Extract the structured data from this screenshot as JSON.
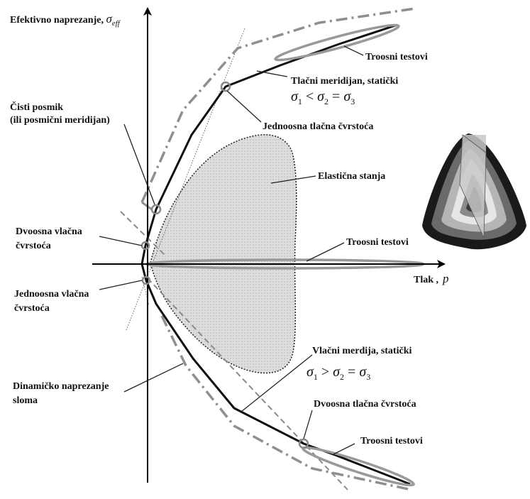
{
  "axes": {
    "y_label": "Efektivno naprezanje, ",
    "y_symbol": "σ",
    "y_subscript": "eff",
    "x_label": "Tlak ,",
    "x_symbol": "p"
  },
  "labels": {
    "triaxial_top": "Troosni testovi",
    "compressive_meridian": "Tlačni meridijan, statički",
    "uniaxial_compressive": "Jednoosna tlačna čvrstoća",
    "pure_shear_line1": "Čisti posmik",
    "pure_shear_line2": "(ili posmični meridijan)",
    "elastic_states": "Elastična stanja",
    "biaxial_tensile_line1": "Dvoosna vlačna",
    "biaxial_tensile_line2": "čvrstoća",
    "triaxial_middle": "Troosni testovi",
    "uniaxial_tensile_line1": "Jednoosna vlačna",
    "uniaxial_tensile_line2": "čvrstoća",
    "tensile_meridian": "Vlačni merdija, statički",
    "dynamic_failure_line1": "Dinamičko naprezanje",
    "dynamic_failure_line2": "sloma",
    "biaxial_compressive": "Dvoosna tlačna čvrstoća",
    "triaxial_bottom": "Troosni testovi"
  },
  "equations": {
    "compressive": {
      "s1": "σ",
      "i1": "1",
      "op1": " < ",
      "s2": "σ",
      "i2": "2",
      "op2": " = ",
      "s3": "σ",
      "i3": "3"
    },
    "tensile": {
      "s1": "σ",
      "i1": "1",
      "op1": " > ",
      "s2": "σ",
      "i2": "2",
      "op2": " = ",
      "s3": "σ",
      "i3": "3"
    }
  },
  "colors": {
    "line": "#111111",
    "dashdot": "#8f8f8f",
    "elastic_fill": "#d9d9d9",
    "ellipse": "#9a9a9a"
  }
}
